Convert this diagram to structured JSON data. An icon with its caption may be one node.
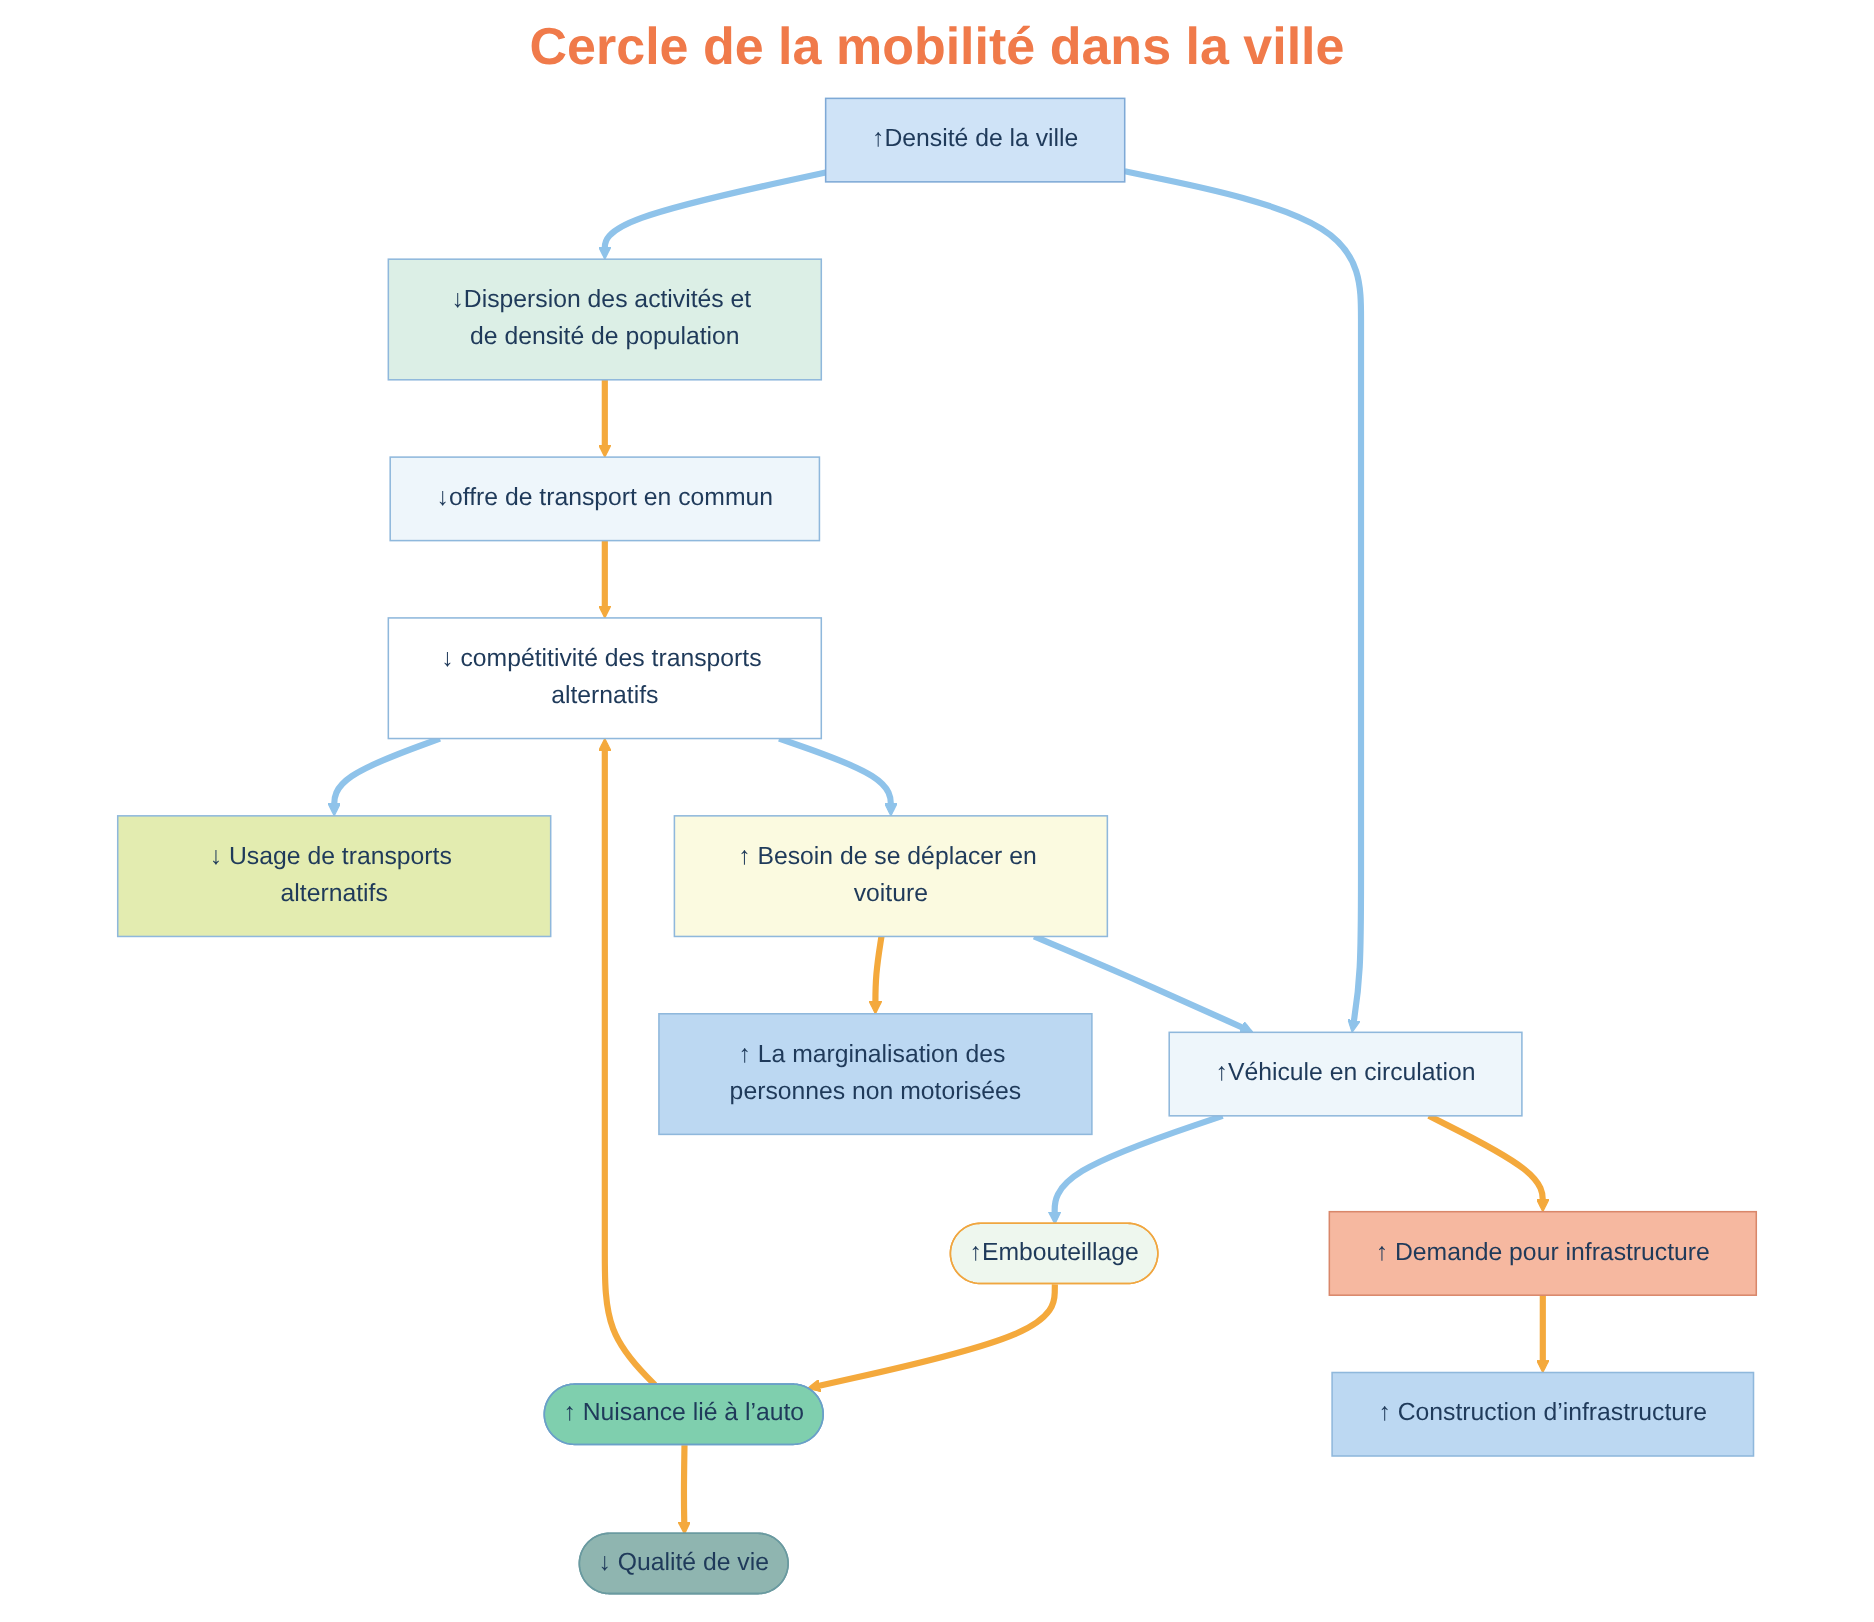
{
  "diagram": {
    "title": "Cercle de la mobilité dans la ville",
    "nodes": [
      {
        "text": [
          "↑Densité de la ville"
        ]
      },
      {
        "text": [
          "↓Dispersion des activités et de densité de population"
        ]
      },
      {
        "text": [
          "↑Véhicule en circulation"
        ]
      },
      {
        "text": [
          "↑Embouteillage"
        ]
      },
      {
        "text": [
          "↓offre de transport en commun"
        ]
      },
      {
        "text": [
          "↑ Nuisance lié à l’auto"
        ]
      },
      {
        "text": [
          "↑ Demande pour infrastructure"
        ]
      },
      {
        "text": [
          "↓ compétitivité des transports alternatifs"
        ]
      },
      {
        "text": [
          "↓ Qualité de vie"
        ]
      },
      {
        "text": [
          "↑ Construction d’infrastructure"
        ]
      },
      {
        "text": [
          "↓ Usage de transports alternatifs"
        ]
      },
      {
        "text": [
          "↑ Besoin de se déplacer en voiture"
        ]
      },
      {
        "text": [
          "↑ La marginalisation des personnes non motorisées"
        ]
      }
    ],
    "edges": [
      {
        "from": 0,
        "to": 1,
        "arrow": "to",
        "color": "#8fc3ea"
      },
      {
        "from": 0,
        "to": 2,
        "arrow": "to",
        "color": "#8fc3ea"
      },
      {
        "from": 2,
        "to": 3,
        "arrow": "to",
        "color": "#8fc3ea"
      },
      {
        "from": 1,
        "to": 4,
        "arrow": "to"
      },
      {
        "from": 4,
        "to": 7,
        "arrow": "to"
      },
      {
        "from": 3,
        "to": 5,
        "arrow": "to"
      },
      {
        "from": 5,
        "to": 8,
        "arrow": "to"
      },
      {
        "from": 5,
        "to": 7,
        "arrow": "to"
      },
      {
        "from": 2,
        "to": 6,
        "arrow": "to"
      },
      {
        "from": 6,
        "to": 9,
        "arrow": "to"
      },
      {
        "from": 7,
        "to": 10,
        "arrow": "to",
        "color": "#8fc3ea"
      },
      {
        "from": 7,
        "to": 11,
        "arrow": "to",
        "color": "#8fc3ea"
      },
      {
        "from": 11,
        "to": 2,
        "arrow": "to",
        "color": "#8fc3ea"
      },
      {
        "from": 11,
        "to": 12,
        "arrow": "to"
      }
    ]
  }
}
